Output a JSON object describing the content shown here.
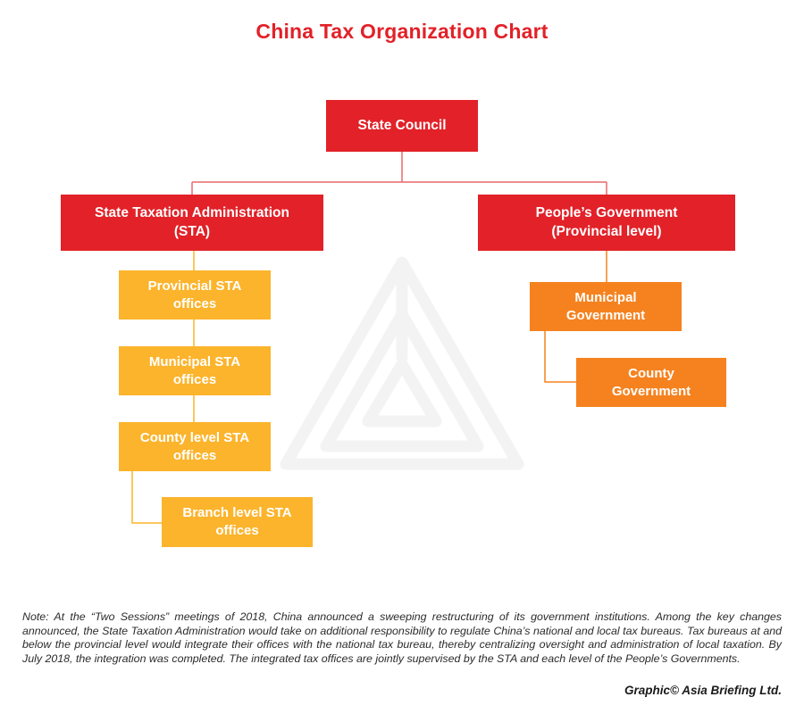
{
  "title": "China Tax Organization Chart",
  "nodes": {
    "state_council": {
      "label": "State Council"
    },
    "sta": {
      "label": "State Taxation Administration\n(STA)"
    },
    "peoples_government": {
      "label": "People’s Government\n(Provincial level)"
    },
    "provincial_sta": {
      "label": "Provincial STA\noffices"
    },
    "municipal_sta": {
      "label": "Municipal STA\noffices"
    },
    "county_sta": {
      "label": "County level STA\noffices"
    },
    "branch_sta": {
      "label": "Branch level STA\noffices"
    },
    "municipal_government": {
      "label": "Municipal\nGovernment"
    },
    "county_government": {
      "label": "County\nGovernment"
    }
  },
  "hierarchy": [
    {
      "from": "State Council",
      "to": "State Taxation Administration (STA)"
    },
    {
      "from": "State Council",
      "to": "People’s Government (Provincial level)"
    },
    {
      "from": "State Taxation Administration (STA)",
      "to": "Provincial STA offices"
    },
    {
      "from": "Provincial STA offices",
      "to": "Municipal STA offices"
    },
    {
      "from": "Municipal STA offices",
      "to": "County level STA offices"
    },
    {
      "from": "County level STA offices",
      "to": "Branch level STA offices"
    },
    {
      "from": "People’s Government (Provincial level)",
      "to": "Municipal Government"
    },
    {
      "from": "Municipal Government",
      "to": "County Government"
    }
  ],
  "colors": {
    "red": "#E22128",
    "yellow": "#FBB42C",
    "orange": "#F5821F",
    "connector_red": "#E8696C",
    "watermark": "#F3F3F3"
  },
  "watermark_icon": "asia-briefing-logo-watermark",
  "note": "Note: At the “Two Sessions” meetings of 2018, China announced a sweeping restructuring of its government institutions. Among the key changes announced, the State Taxation Administration would take on additional responsibility to regulate China’s national and local tax bureaus. Tax bureaus at and below the provincial level would integrate their offices with the national tax bureau, thereby centralizing oversight and administration of local taxation. By July 2018, the integration was completed. The integrated tax offices are jointly supervised by the STA and each level of the People’s Governments.",
  "credit": "Graphic© Asia Briefing Ltd."
}
